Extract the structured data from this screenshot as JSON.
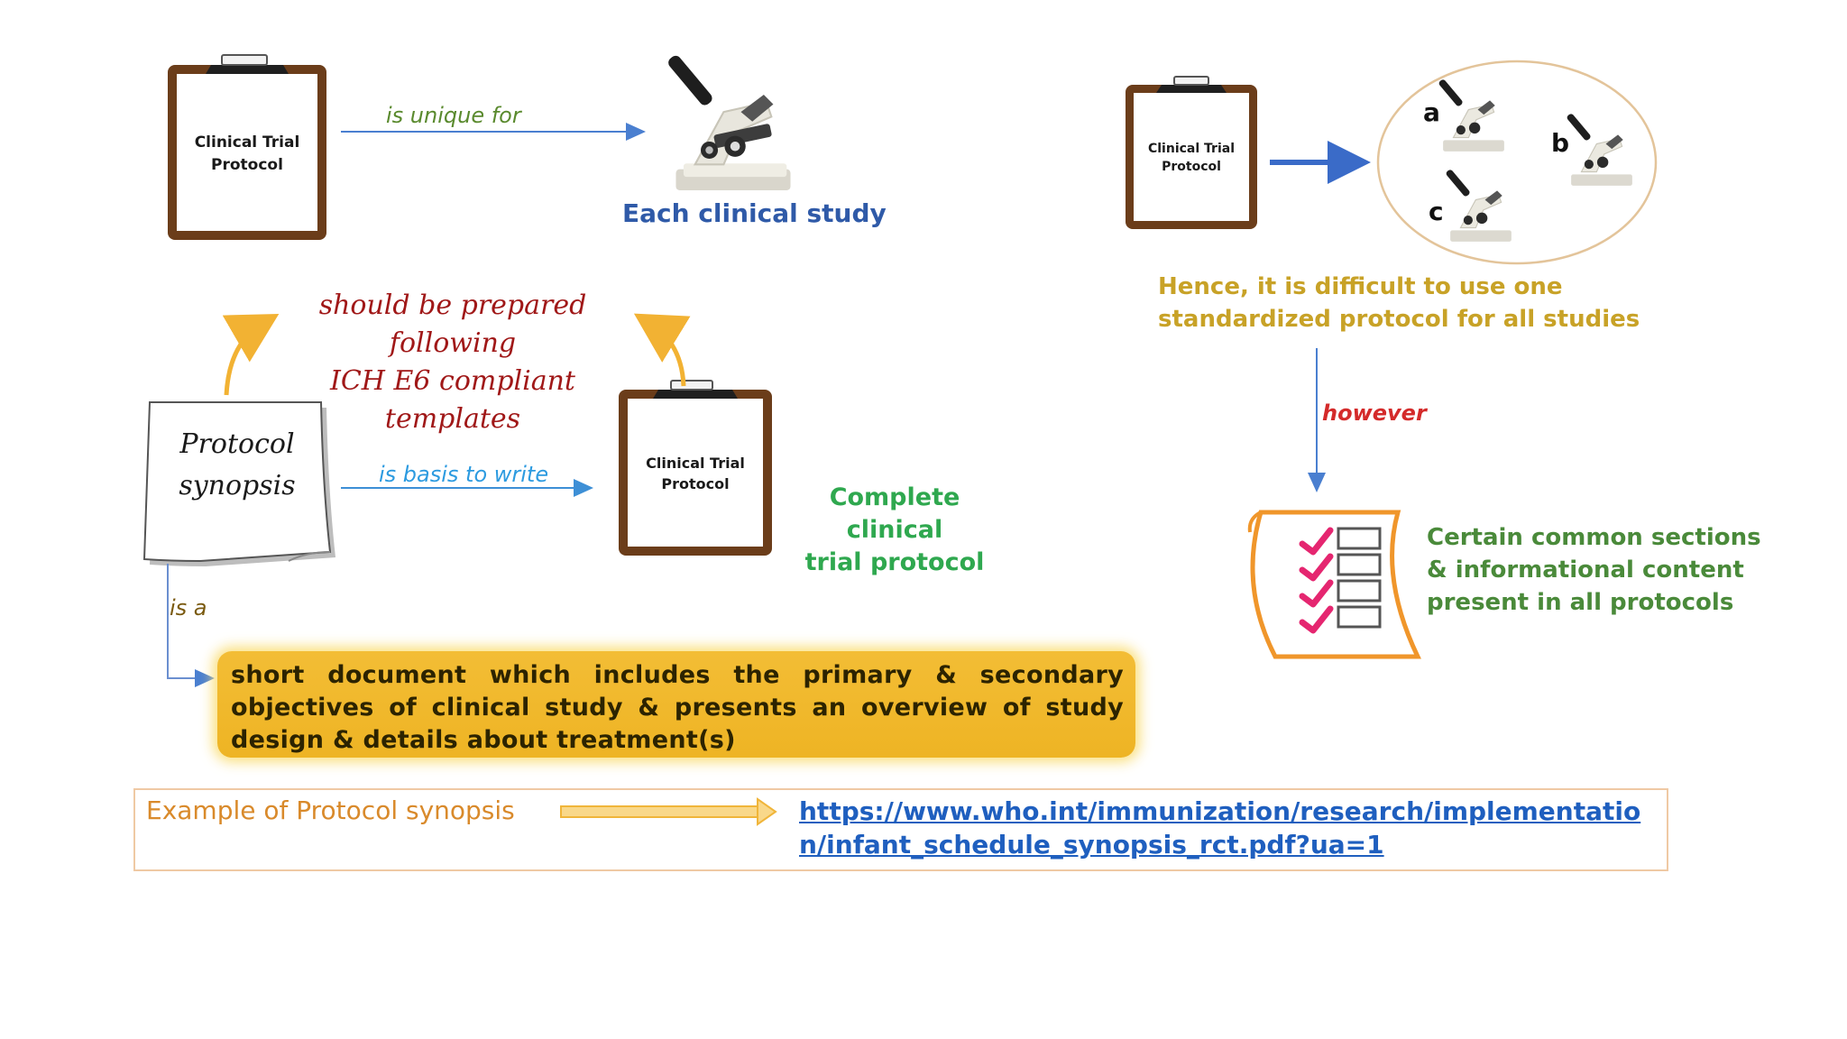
{
  "clipboard_label": "Clinical Trial\nProtocol",
  "top_left": {
    "edge_label": "is unique for",
    "target_caption": "Each clinical study"
  },
  "template_note": "should be prepared following\nICH E6 compliant templates",
  "synopsis": {
    "label": "Protocol\nsynopsis",
    "edge_basis": "is basis to write",
    "edge_isa": "is a"
  },
  "complete_protocol_caption": "Complete clinical\ntrial protocol",
  "definition": "short document which includes the primary & secondary objectives of clinical study & presents an overview of study design & details about treatment(s)",
  "right": {
    "study_letters": [
      "a",
      "b",
      "c"
    ],
    "difficulty_text": "Hence, it is difficult to use one\nstandardized protocol for all studies",
    "however_label": "however",
    "common_text": "Certain common sections\n& informational content\npresent in all protocols"
  },
  "example": {
    "label": "Example of Protocol synopsis",
    "url": "https://www.who.int/immunization/research/implementation/infant_schedule_synopsis_rct.pdf?ua=1"
  },
  "colors": {
    "clipboard_brown": "#6b3d1a",
    "link_blue": "#1f5fbf",
    "caption_blue": "#2f5aa8",
    "template_red": "#a01818",
    "edge_blue": "#2d9be0",
    "caption_green": "#2fa84f",
    "mustard": "#c8a227",
    "however_red": "#d42a2a",
    "check_pink": "#e52670",
    "scroll_orange": "#f0962b",
    "highlight_yellow": "#f0b82a"
  }
}
